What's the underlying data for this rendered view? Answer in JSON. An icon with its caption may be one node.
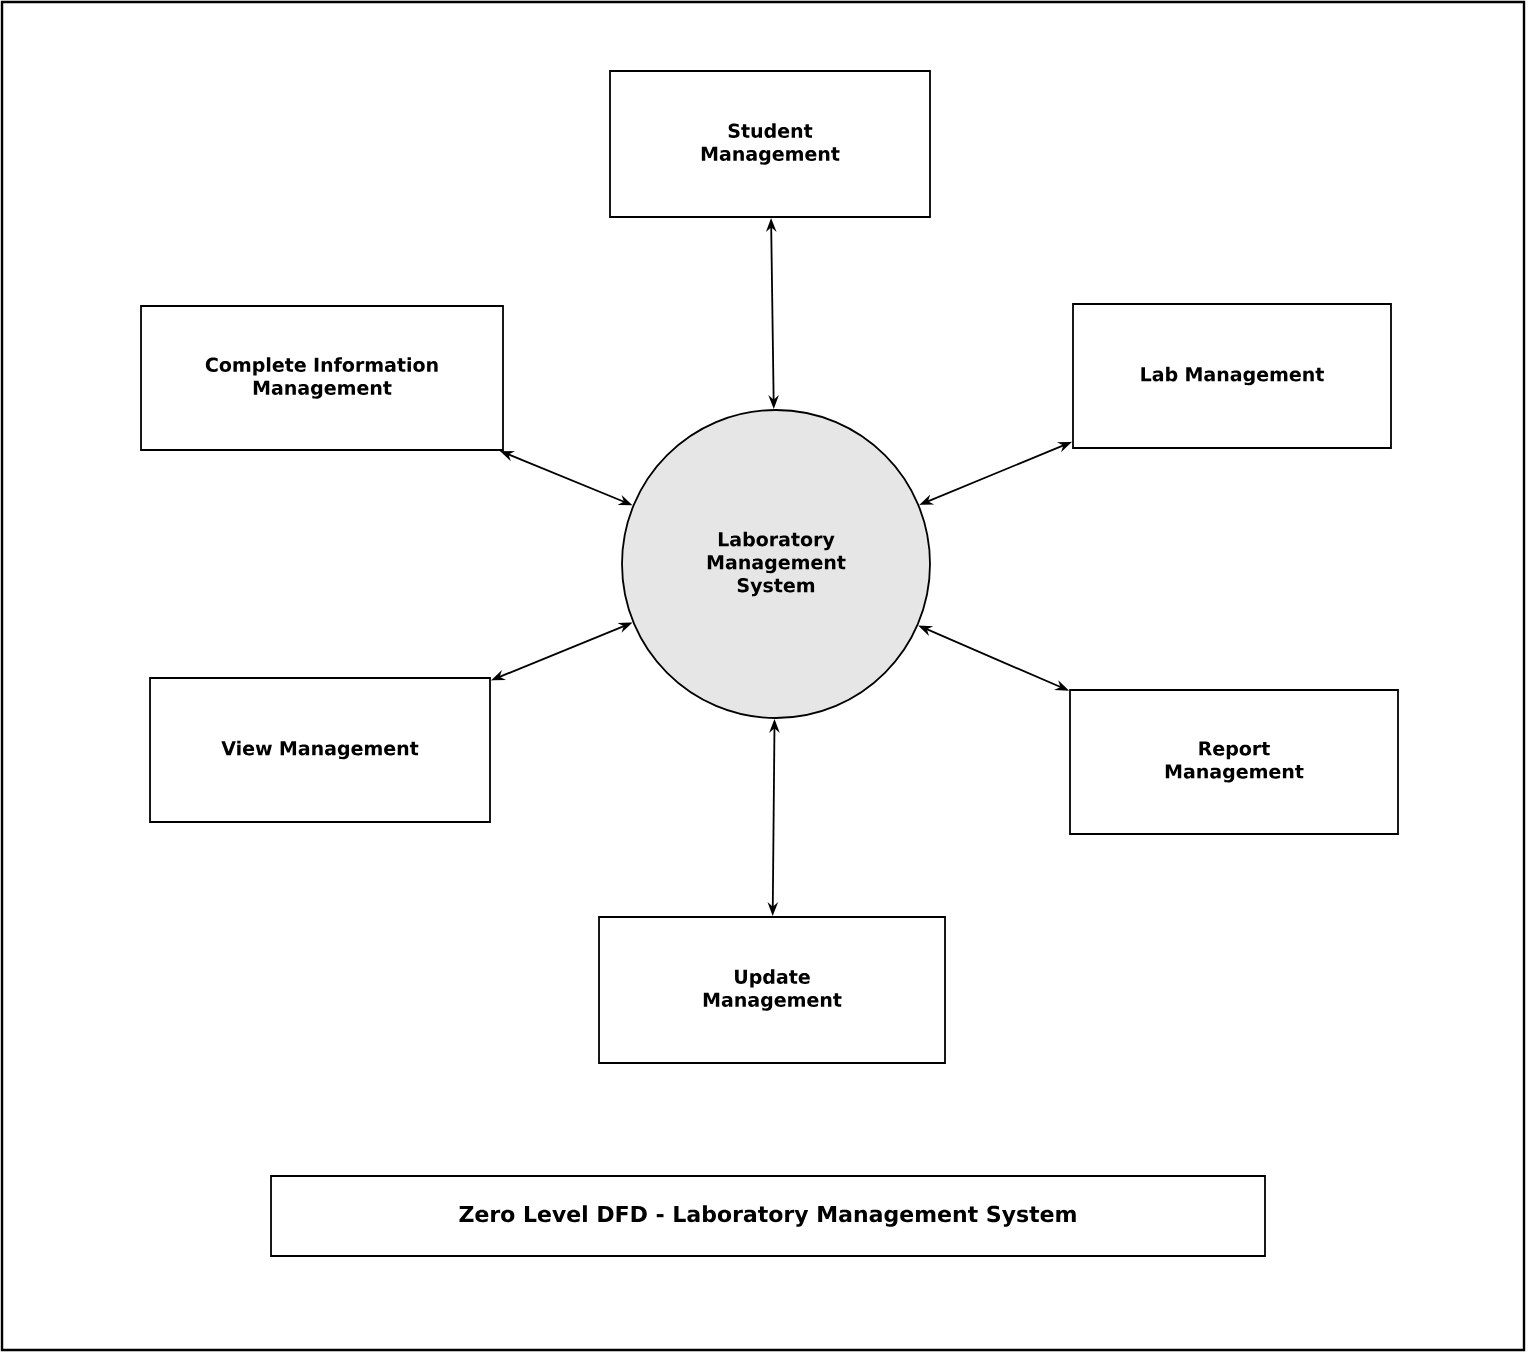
{
  "diagram": {
    "title": "Zero Level DFD - Laboratory Management System",
    "nodes": [
      {
        "text": [
          "Laboratory Management System"
        ]
      },
      {
        "text": [
          "Student Management"
        ]
      },
      {
        "text": [
          "Complete Information Management"
        ]
      },
      {
        "text": [
          "Lab Management"
        ]
      },
      {
        "text": [
          "View Management"
        ]
      },
      {
        "text": [
          "Report Management"
        ]
      },
      {
        "text": [
          "Update Management"
        ]
      }
    ],
    "edges": [
      {
        "from": 0,
        "to": 1,
        "arrow": "both"
      },
      {
        "from": 0,
        "to": 2,
        "arrow": "both"
      },
      {
        "from": 0,
        "to": 3,
        "arrow": "both"
      },
      {
        "from": 0,
        "to": 4,
        "arrow": "both"
      },
      {
        "from": 0,
        "to": 5,
        "arrow": "both"
      },
      {
        "from": 0,
        "to": 6,
        "arrow": "both"
      }
    ]
  }
}
